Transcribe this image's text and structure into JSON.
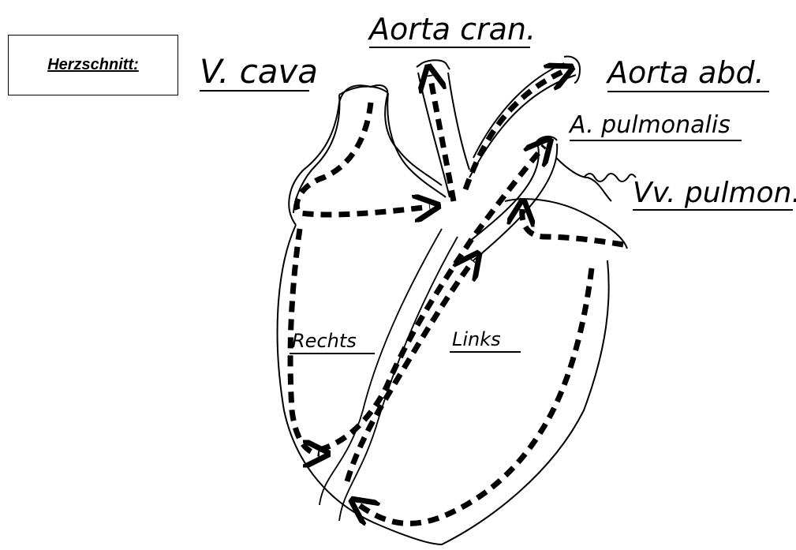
{
  "title": "Herzschnitt:",
  "labels": {
    "v_cava": "V. cava",
    "aorta_cran": "Aorta cran.",
    "aorta_abd": "Aorta abd.",
    "a_pulmonalis": "A. pulmonalis",
    "vv_pulmon": "Vv. pulmon.",
    "rechts": "Rechts",
    "links": "Links"
  },
  "colors": {
    "ink": "#000000",
    "background": "#ffffff"
  }
}
